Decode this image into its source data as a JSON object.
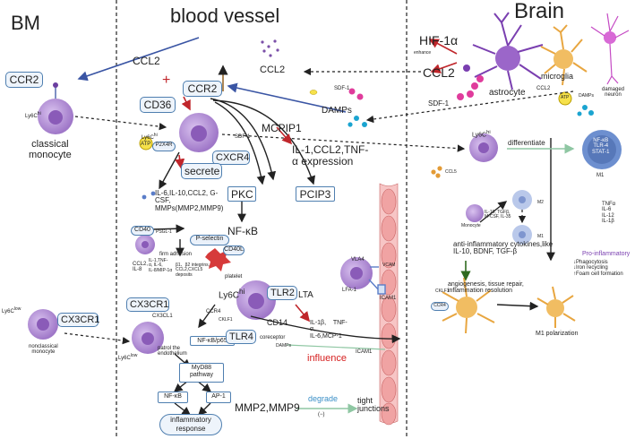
{
  "regions": {
    "bm": "BM",
    "blood_vessel": "blood vessel",
    "brain": "Brain"
  },
  "labels": {
    "ccr2_bm": "CCR2",
    "ccl2_top": "CCL2",
    "ly6c_hi_bm": "Ly6C",
    "ly6c_hi_sup": "hi",
    "classical_monocyte": "classical\nmonocyte",
    "ccl2_mid": "CCL2",
    "hif": "HIF-1α",
    "enhance": "enhance",
    "ccl2_brain": "CCL2",
    "sdf1_brain": "SDF-1",
    "astrocyte": "astrocyte",
    "microglia": "microglia",
    "ccr2_microglia": "CCL2",
    "atp_brain": "ATP",
    "damps_brain": "DAMPs",
    "damaged_neuron": "damaged\nneuron",
    "ccr2_main": "CCR2",
    "plus": "+",
    "cd36": "CD36",
    "ly6c_main": "Ly6C",
    "ly6c_main_sup": "hi",
    "p2x4r": "P2X4R",
    "atp_main": "ATP",
    "atp_small": "ATP",
    "cxcr4": "CXCR4",
    "sdf1_main": "SDF-1",
    "secrete": "secrete",
    "sdf1_top": "SDF-1",
    "damps_top": "DAMPs",
    "mcpip1": "MCPIP1",
    "il_expression": "IL-1,CCL2,TNF-\nα expression",
    "pkc": "PKC",
    "pcip3": "PCIP3",
    "nfkb_main": "NF-κB",
    "cytokines_list": "IL-6,IL-10,CCL2, G-\nCSF,\nMMPs(MMP2,MMP9)",
    "cd40": "CD40",
    "psgl1": "PSGL-1",
    "pselectin": "P-selectin",
    "cd40l": "CD40L",
    "platelet": "platelet",
    "firm_adhesion": "firm adhesion",
    "ccl2_il8": "CCL2,\nIL-8",
    "il_list_small": "IL-1,TNF-\nα, IL-6,\nIL-8/MIP-1α",
    "integrins": "β1、β2 integrins,\nCCL2,CXCL5\ndeposits",
    "ly6c_low_left": "Ly6C",
    "ly6c_low_left_sup": "low",
    "cx3cr1_box": "CX3CR1",
    "nonclassical": "nonclassical\nmonocyte",
    "cx3cr1_box2": "CX3CR1",
    "cx3cl1": "CX3CL1",
    "ly6c_low": "Ly6C",
    "ly6c_low_sup": "low",
    "patrol": "patrol the\nendothelium",
    "ccr4": "CCR4",
    "ckr1": "CKLF1",
    "nfkb_p65": "NF-κB/p65",
    "tlr4": "TLR4",
    "myd88": "MyD88\npathway",
    "nfkb_bottom": "NF-κB",
    "ap1": "AP-1",
    "inflammatory_response": "inflammatory\nresponse",
    "ly6c_tlr": "Ly6C",
    "ly6c_tlr_sup": "hi",
    "tlr2": "TLR2",
    "lta": "LTA",
    "cd14": "CD14",
    "coreceptor": "coreceptor",
    "damps_small": "DAMPs",
    "il1b_list": "IL-1β,    TNF-\nα,\nIL-6,MCP-1",
    "influence": "influence",
    "icam1_bottom": "ICAM1",
    "vla4": "VLA4",
    "vcam": "VCAM",
    "lfa1": "LFA-1",
    "icam1_right": "ICAM1",
    "mmp_bottom": "MMP2,MMP9",
    "degrade": "degrade",
    "minus": "(−)",
    "tight_junctions": "tight\njunctions",
    "ly6c_brain": "Ly6C",
    "ly6c_brain_sup": "hi",
    "differentiate": "differentiate",
    "m1_receptors": "NF-κB\nTLR-4\nSTAT-1",
    "m1_label": "M1",
    "ccl5": "CCL5",
    "monocyte_small": "Monocyte",
    "il10_list": "IL-10, TGFβ,\nM-CSF, IL-35",
    "m2": "M2",
    "m1_small": "M1",
    "m1_cytokines": "TNFα\nIL-6\nIL-12\nIL-1β",
    "anti_inflammatory": "anti-inflammatory cytokines,like\nIL-10, BDNF, TGF-β",
    "pro_inflammatory": "Pro-inflammatory",
    "pro_effects": "↓Phagocytosis\n↓Iron recycling\n↑Foam cell formation",
    "angiogenesis": "angiogenesis, tissue repair,\ninflammation resolution",
    "ckr1_brain": "CKLF1",
    "ccr4_brain": "CCR4",
    "m1_polarization": "M1 polarization"
  },
  "colors": {
    "divider": "#222222",
    "arrow_blue": "#3a55a4",
    "arrow_red": "#c0262b",
    "arrow_green": "#2f6b1f",
    "monocyte": "#b48fd6",
    "astrocyte": "#7a3fb0",
    "microglia": "#e8a640",
    "vessel_wall": "#e88a8a",
    "box_border": "#4f7fb0",
    "influence_text": "#d62020"
  }
}
